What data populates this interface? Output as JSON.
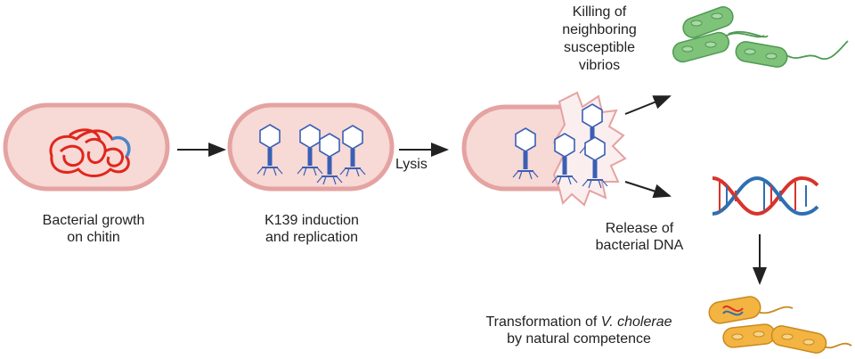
{
  "labels": {
    "growth_line1": "Bacterial growth",
    "growth_line2": "on chitin",
    "k139_line1": "K139 induction",
    "k139_line2": "and replication",
    "lysis": "Lysis",
    "kill_line1": "Killing of",
    "kill_line2": "neighboring",
    "kill_line3": "susceptible",
    "kill_line4": "vibrios",
    "release_line1": "Release of",
    "release_line2": "bacterial DNA",
    "transform_prefix": "Transformation of ",
    "transform_species": "V. cholerae",
    "transform_line2": "by natural competence"
  },
  "colors": {
    "cell_fill": "#f7d9d6",
    "cell_border": "#e4a3a1",
    "chromosome": "#e0261c",
    "prophage_segment": "#4a86c8",
    "phage": "#3a5fb5",
    "arrow": "#222222",
    "green_cell": "#7fc27a",
    "orange_cell": "#f3b441",
    "dna_red": "#d8332b",
    "dna_blue": "#2f6fb0"
  }
}
